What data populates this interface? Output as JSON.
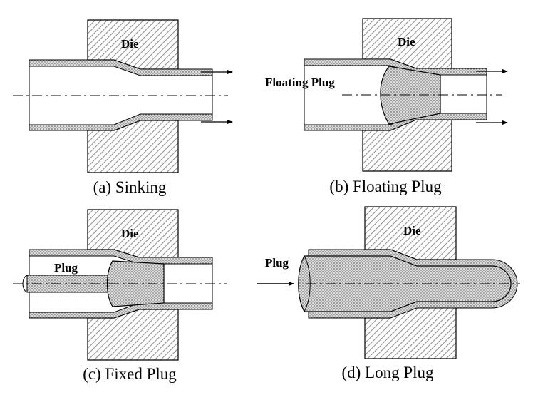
{
  "panels": [
    {
      "caption": "(a) Sinking",
      "die_label": "Die",
      "plug_label": ""
    },
    {
      "caption": "(b) Floating Plug",
      "die_label": "Die",
      "plug_label": "Floating Plug"
    },
    {
      "caption": "(c) Fixed Plug",
      "die_label": "Die",
      "plug_label": "Plug"
    },
    {
      "caption": "(d) Long Plug",
      "die_label": "Die",
      "plug_label": "Plug"
    }
  ],
  "colors": {
    "ink": "#000000",
    "hatch": "#6e6e6e",
    "dots": "#8a8a8a",
    "background": "#ffffff"
  }
}
